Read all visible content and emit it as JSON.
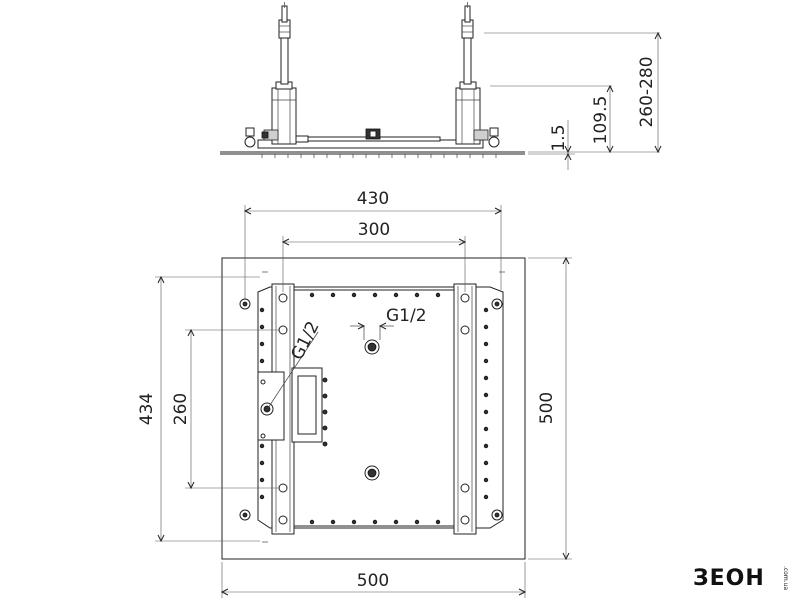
{
  "side_view": {
    "dim_thickness": "1.5",
    "dim_frame_height": "109.5",
    "dim_rod_range": "260-280"
  },
  "top_view": {
    "dim_outer_width": "430",
    "dim_inner_width": "300",
    "dim_bottom_width": "500",
    "dim_right_height": "500",
    "dim_left_height": "434",
    "dim_inner_height": "260",
    "label_thread_left": "G1/2",
    "label_thread_right": "G1/2"
  },
  "brand": {
    "logo_text": "ЗЕОН",
    "logo_domain": ".com.ua"
  }
}
